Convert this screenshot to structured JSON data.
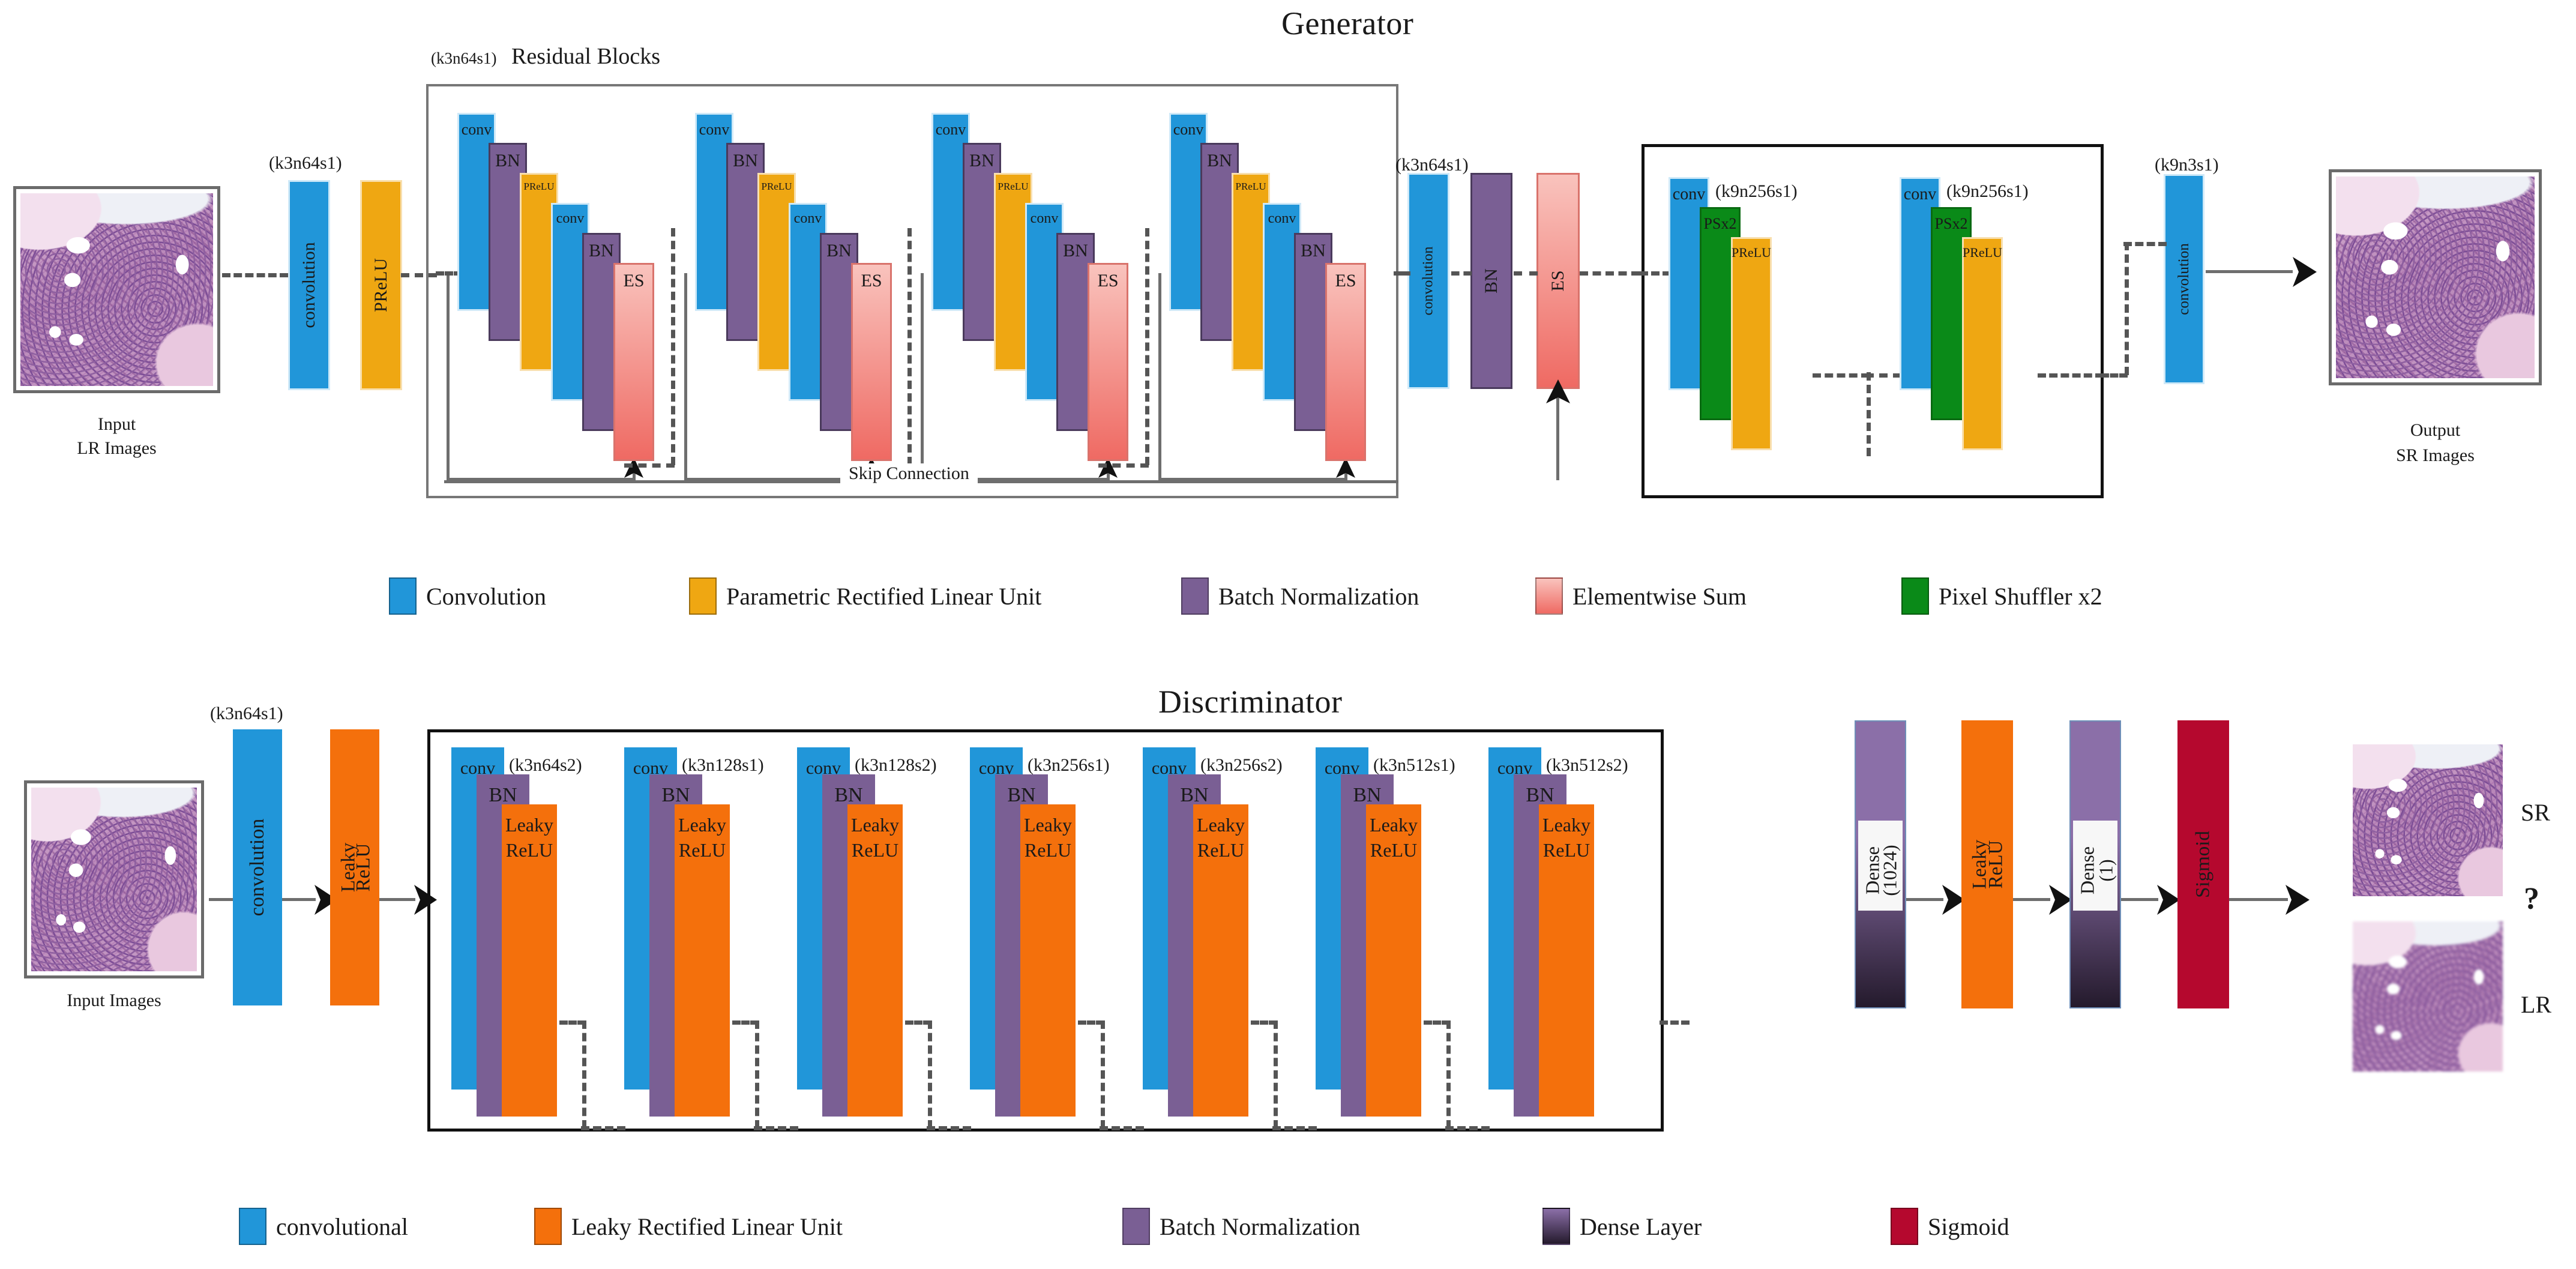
{
  "titles": {
    "generator": "Generator",
    "discriminator": "Discriminator"
  },
  "colors": {
    "conv": "#2196d9",
    "prelu": "#efa712",
    "bn": "#7a5f94",
    "es_top": "#f9c3bd",
    "es_bottom": "#ef6a63",
    "ps": "#0a8a18",
    "lrelu": "#f4700c",
    "dense_top": "#8b6fa8",
    "dense_bottom": "#241a2c",
    "sigmoid": "#b5082e",
    "line": "#6e6e6e"
  },
  "generator": {
    "input": {
      "caption_line1": "Input",
      "caption_line2": "LR Images"
    },
    "head": {
      "k_label": "(k3n64s1)",
      "conv_label": "convolution",
      "prelu_label": "PReLU"
    },
    "residual": {
      "group_label_k": "(k3n64s1)",
      "group_label_text": "Residual Blocks",
      "skip_label": "Skip Connection",
      "block_layers": [
        "conv",
        "BN",
        "PReLU",
        "conv",
        "BN",
        "ES"
      ],
      "count": 4
    },
    "post_residual": {
      "k_label": "(k3n64s1)",
      "conv_label": "convolution",
      "bn_label": "BN",
      "es_label": "ES"
    },
    "upsample": {
      "blocks": [
        {
          "conv_label": "conv",
          "k_label": "(k9n256s1)",
          "ps_label": "PSx2",
          "prelu_label": "PReLU"
        },
        {
          "conv_label": "conv",
          "k_label": "(k9n256s1)",
          "ps_label": "PSx2",
          "prelu_label": "PReLU"
        }
      ]
    },
    "tail": {
      "k_label": "(k9n3s1)",
      "conv_label": "convolution"
    },
    "output": {
      "caption_line1": "Output",
      "caption_line2": "SR Images"
    },
    "legend": [
      {
        "color": "#2196d9",
        "label": "Convolution"
      },
      {
        "color": "#efa712",
        "label": "Parametric Rectified Linear Unit"
      },
      {
        "color": "#7a5f94",
        "label": "Batch Normalization"
      },
      {
        "color": "#f3998f",
        "label": "Elementwise Sum"
      },
      {
        "color": "#0a8a18",
        "label": "Pixel Shuffler x2"
      }
    ]
  },
  "discriminator": {
    "input": {
      "caption": "Input Images"
    },
    "head": {
      "k_label": "(k3n64s1)",
      "conv_label": "convolution",
      "lrelu_label_1": "Leaky",
      "lrelu_label_2": "ReLU"
    },
    "conv_blocks": [
      {
        "conv_label": "conv",
        "k_label": "(k3n64s2)",
        "bn_label": "BN",
        "lrelu_1": "Leaky",
        "lrelu_2": "ReLU"
      },
      {
        "conv_label": "conv",
        "k_label": "(k3n128s1)",
        "bn_label": "BN",
        "lrelu_1": "Leaky",
        "lrelu_2": "ReLU"
      },
      {
        "conv_label": "conv",
        "k_label": "(k3n128s2)",
        "bn_label": "BN",
        "lrelu_1": "Leaky",
        "lrelu_2": "ReLU"
      },
      {
        "conv_label": "conv",
        "k_label": "(k3n256s1)",
        "bn_label": "BN",
        "lrelu_1": "Leaky",
        "lrelu_2": "ReLU"
      },
      {
        "conv_label": "conv",
        "k_label": "(k3n256s2)",
        "bn_label": "BN",
        "lrelu_1": "Leaky",
        "lrelu_2": "ReLU"
      },
      {
        "conv_label": "conv",
        "k_label": "(k3n512s1)",
        "bn_label": "BN",
        "lrelu_1": "Leaky",
        "lrelu_2": "ReLU"
      },
      {
        "conv_label": "conv",
        "k_label": "(k3n512s2)",
        "bn_label": "BN",
        "lrelu_1": "Leaky",
        "lrelu_2": "ReLU"
      }
    ],
    "tail": {
      "dense1_label_1": "Dense",
      "dense1_label_2": "(1024)",
      "lrelu_1": "Leaky",
      "lrelu_2": "ReLU",
      "dense2_label_1": "Dense",
      "dense2_label_2": "(1)",
      "sigmoid_label": "Sigmoid"
    },
    "outputs": {
      "sr": "SR",
      "question": "?",
      "lr": "LR"
    },
    "legend": [
      {
        "color": "#2196d9",
        "label": "convolutional"
      },
      {
        "color": "#f4700c",
        "label": "Leaky Rectified Linear Unit"
      },
      {
        "color": "#7a5f94",
        "label": "Batch Normalization"
      },
      {
        "color": "#2b2030",
        "label": "Dense Layer"
      },
      {
        "color": "#b5082e",
        "label": "Sigmoid"
      }
    ]
  }
}
